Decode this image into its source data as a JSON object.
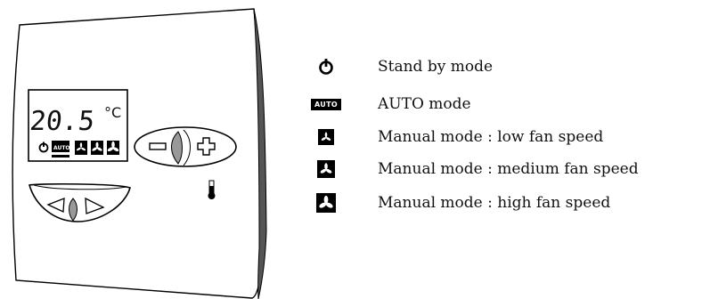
{
  "display": {
    "temperature": "20.5",
    "unit": "°C",
    "auto_label": "AUTO"
  },
  "legend": [
    {
      "icon": "power-icon",
      "text": "Stand by mode"
    },
    {
      "icon": "auto-badge",
      "badge": "AUTO",
      "text": "AUTO mode"
    },
    {
      "icon": "fan-low-icon",
      "text": "Manual mode : low fan speed"
    },
    {
      "icon": "fan-medium-icon",
      "text": "Manual mode : medium fan speed"
    },
    {
      "icon": "fan-high-icon",
      "text": "Manual mode : high fan speed"
    }
  ]
}
